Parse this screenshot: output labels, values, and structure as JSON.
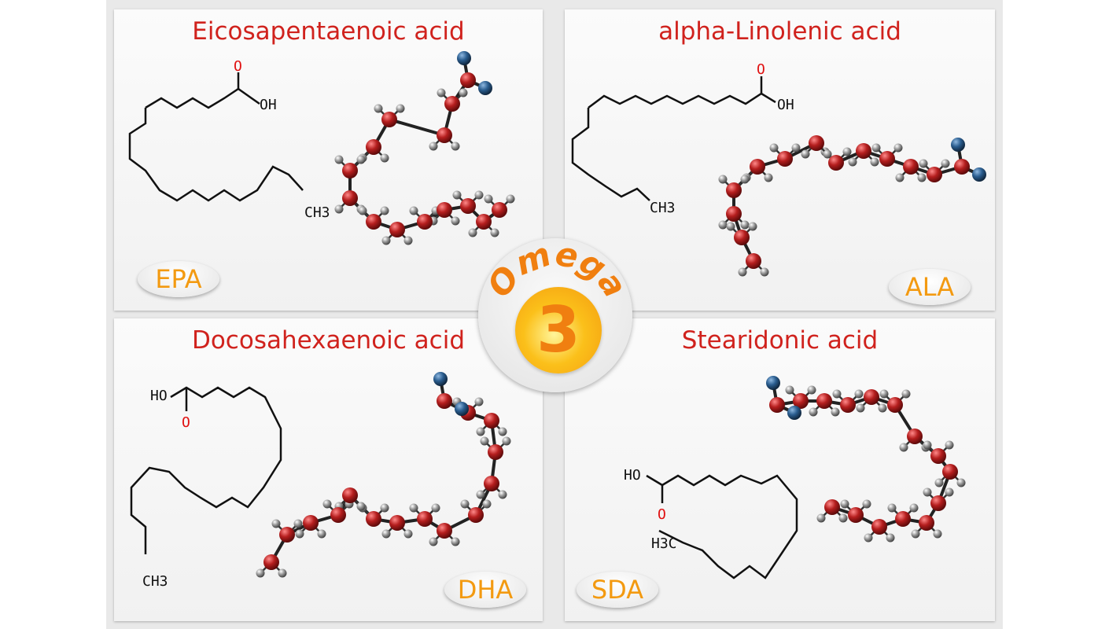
{
  "panels": {
    "epa": {
      "title": "Eicosapentaenoic acid",
      "abbr": "EPA",
      "labels": {
        "o": "O",
        "oh": "OH",
        "ch3": "CH3"
      }
    },
    "ala": {
      "title": "alpha-Linolenic acid",
      "abbr": "ALA",
      "labels": {
        "o": "O",
        "oh": "OH",
        "ch3": "CH3"
      }
    },
    "dha": {
      "title": "Docosahexaenoic acid",
      "abbr": "DHA",
      "labels": {
        "o": "O",
        "ho": "HO",
        "ch3": "CH3"
      }
    },
    "sda": {
      "title": "Stearidonic acid",
      "abbr": "SDA",
      "labels": {
        "o": "O",
        "ho": "HO",
        "h3c": "H3C"
      }
    }
  },
  "badge": {
    "word": "Omega",
    "number": "3"
  },
  "colors": {
    "title": "#d0221d",
    "abbr": "#f39a11",
    "carbon": "#b51e1e",
    "oxygen": "#2a5d8f",
    "hydrogen": "#888888"
  }
}
